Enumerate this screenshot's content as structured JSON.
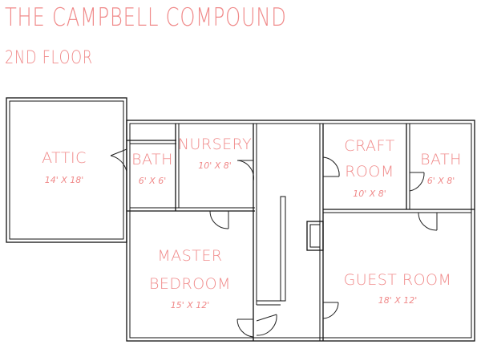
{
  "title": "THE CAMPBELL COMPOUND",
  "subtitle": "2ND FLOOR",
  "rooms": {
    "attic": {
      "name": "ATTIC",
      "size": "14' X 18'"
    },
    "bath_small": {
      "name": "BATH",
      "size": "6' X 6'"
    },
    "nursery": {
      "name": "NURSERY",
      "size": "10' X 8'"
    },
    "craft_room": {
      "name_line1": "CRAFT",
      "name_line2": "ROOM",
      "size": "10' X 8'"
    },
    "bath_right": {
      "name": "BATH",
      "size": "6' X 8'"
    },
    "master_bedroom": {
      "name_line1": "MASTER",
      "name_line2": "BEDROOM",
      "size": "15' X 12'"
    },
    "guest_room": {
      "name": "GUEST ROOM",
      "size": "18' X 12'"
    }
  },
  "colors": {
    "label": "#f08a8a",
    "wall": "#111111"
  }
}
